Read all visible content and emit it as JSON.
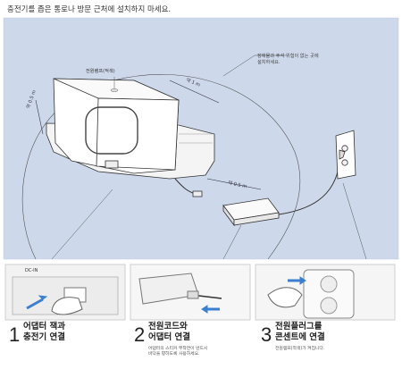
{
  "header": {
    "note": "충전기를 좁은 통로나 방문 근처에 설치하지 마세요."
  },
  "diagram": {
    "power_label": "전원램프(적색)",
    "callout_lines": [
      "장애물과 주석 위험이 없는 곳에",
      "설치하세요."
    ],
    "dim_left": "약 0.5 m",
    "dim_top": "약 1 m",
    "dim_right": "약 0.5 m",
    "dc_in_label": "DC-IN"
  },
  "steps": [
    {
      "number": "1",
      "title_lines": [
        "어댑터 잭과",
        "충전기 연결"
      ],
      "desc_lines": []
    },
    {
      "number": "2",
      "title_lines": [
        "전원코드와",
        "어댑터 연결"
      ],
      "desc_lines": [
        "어댑터의 스티커 부착면이 반드시",
        "바닥을 향하도록 사용하세요."
      ]
    },
    {
      "number": "3",
      "title_lines": [
        "전원플러그를",
        "콘센트에 연결"
      ],
      "desc_lines": [
        "전원램프(적색)가 켜집니다."
      ]
    }
  ],
  "colors": {
    "background_band": "#cdd8ea",
    "line": "#333333",
    "arrow": "#3a7fd0",
    "photo_border": "#cfcfcf"
  }
}
